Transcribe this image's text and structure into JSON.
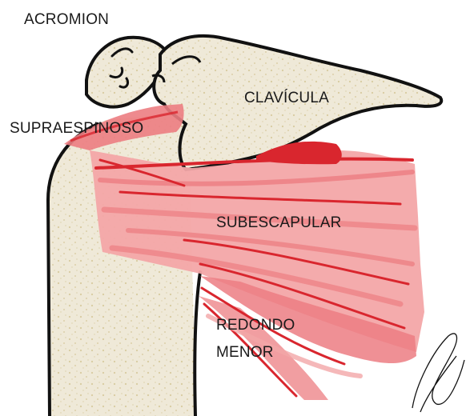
{
  "labels": {
    "acromion": "ACROMION",
    "clavicula": "CLAVÍCULA",
    "supraespinoso": "SUPRAESPINOSO",
    "subescapular": "SUBESCAPULAR",
    "redondo": "REDONDO",
    "menor": "MENOR"
  },
  "colors": {
    "bone_fill": "#efe9d8",
    "bone_speckle": "#d8cba0",
    "muscle_light": "#f3a6a8",
    "muscle_mid": "#ec7d82",
    "muscle_dark": "#d9262e",
    "outline": "#111111"
  }
}
